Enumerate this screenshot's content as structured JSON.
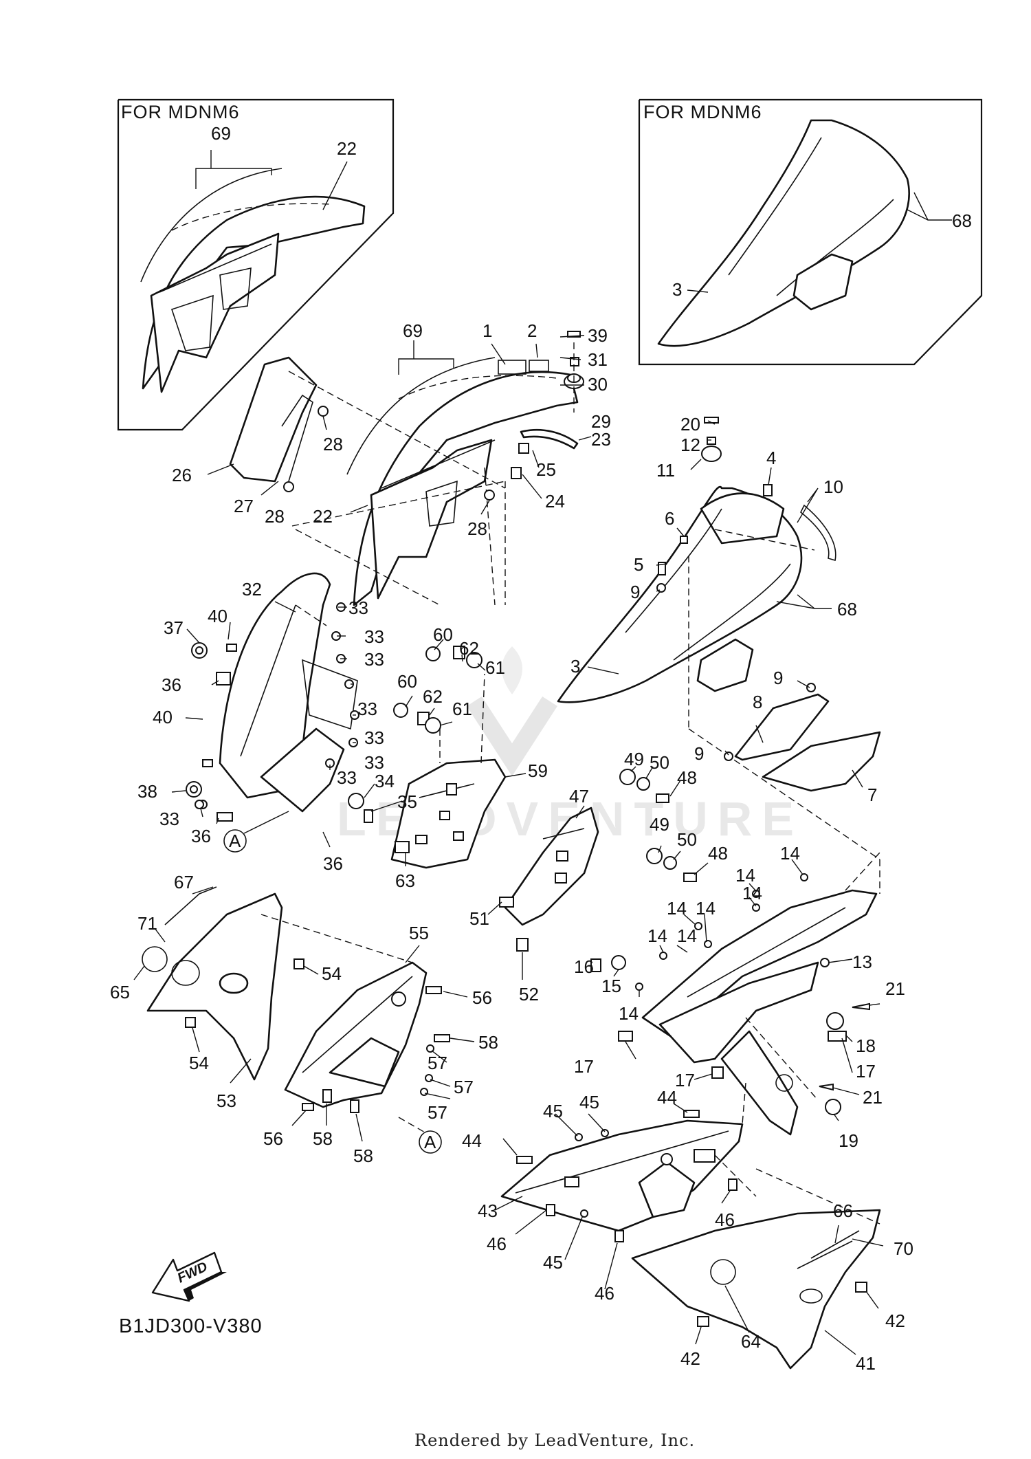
{
  "insets": [
    {
      "title": "FOR MDNM6"
    },
    {
      "title": "FOR MDNM6"
    }
  ],
  "callouts": [
    {
      "id": "c69a",
      "label": "69"
    },
    {
      "id": "c22a",
      "label": "22"
    },
    {
      "id": "c68a",
      "label": "68"
    },
    {
      "id": "c3a",
      "label": "3"
    },
    {
      "id": "c69b",
      "label": "69"
    },
    {
      "id": "c1",
      "label": "1"
    },
    {
      "id": "c2",
      "label": "2"
    },
    {
      "id": "c39",
      "label": "39"
    },
    {
      "id": "c31",
      "label": "31"
    },
    {
      "id": "c30",
      "label": "30"
    },
    {
      "id": "c29",
      "label": "29"
    },
    {
      "id": "c23",
      "label": "23"
    },
    {
      "id": "c25",
      "label": "25"
    },
    {
      "id": "c24",
      "label": "24"
    },
    {
      "id": "c28a",
      "label": "28"
    },
    {
      "id": "c26",
      "label": "26"
    },
    {
      "id": "c27",
      "label": "27"
    },
    {
      "id": "c28b",
      "label": "28"
    },
    {
      "id": "c22b",
      "label": "22"
    },
    {
      "id": "c28c",
      "label": "28"
    },
    {
      "id": "c20",
      "label": "20"
    },
    {
      "id": "c12",
      "label": "12"
    },
    {
      "id": "c11",
      "label": "11"
    },
    {
      "id": "c4",
      "label": "4"
    },
    {
      "id": "c10",
      "label": "10"
    },
    {
      "id": "c6",
      "label": "6"
    },
    {
      "id": "c5",
      "label": "5"
    },
    {
      "id": "c9a",
      "label": "9"
    },
    {
      "id": "c68b",
      "label": "68"
    },
    {
      "id": "c3b",
      "label": "3"
    },
    {
      "id": "c9b",
      "label": "9"
    },
    {
      "id": "c8",
      "label": "8"
    },
    {
      "id": "c9c",
      "label": "9"
    },
    {
      "id": "c7",
      "label": "7"
    },
    {
      "id": "c32",
      "label": "32"
    },
    {
      "id": "c37",
      "label": "37"
    },
    {
      "id": "c40a",
      "label": "40"
    },
    {
      "id": "c33a",
      "label": "33"
    },
    {
      "id": "c33b",
      "label": "33"
    },
    {
      "id": "c33c",
      "label": "33"
    },
    {
      "id": "c33d",
      "label": "33"
    },
    {
      "id": "c33e",
      "label": "33"
    },
    {
      "id": "c33f",
      "label": "33"
    },
    {
      "id": "c33g",
      "label": "33"
    },
    {
      "id": "c33h",
      "label": "33"
    },
    {
      "id": "c36a",
      "label": "36"
    },
    {
      "id": "c40b",
      "label": "40"
    },
    {
      "id": "c38",
      "label": "38"
    },
    {
      "id": "c36b",
      "label": "36"
    },
    {
      "id": "c36c",
      "label": "36"
    },
    {
      "id": "c34",
      "label": "34"
    },
    {
      "id": "c35",
      "label": "35"
    },
    {
      "id": "c60a",
      "label": "60"
    },
    {
      "id": "c62a",
      "label": "62"
    },
    {
      "id": "c61a",
      "label": "61"
    },
    {
      "id": "c60b",
      "label": "60"
    },
    {
      "id": "c62b",
      "label": "62"
    },
    {
      "id": "c61b",
      "label": "61"
    },
    {
      "id": "c59",
      "label": "59"
    },
    {
      "id": "c63",
      "label": "63"
    },
    {
      "id": "c49a",
      "label": "49"
    },
    {
      "id": "c50a",
      "label": "50"
    },
    {
      "id": "c48a",
      "label": "48"
    },
    {
      "id": "c47",
      "label": "47"
    },
    {
      "id": "c49b",
      "label": "49"
    },
    {
      "id": "c50b",
      "label": "50"
    },
    {
      "id": "c48b",
      "label": "48"
    },
    {
      "id": "c14a",
      "label": "14"
    },
    {
      "id": "c14b",
      "label": "14"
    },
    {
      "id": "c14c",
      "label": "14"
    },
    {
      "id": "c14d",
      "label": "14"
    },
    {
      "id": "c14e",
      "label": "14"
    },
    {
      "id": "c14f",
      "label": "14"
    },
    {
      "id": "c14g",
      "label": "14"
    },
    {
      "id": "c14h",
      "label": "14"
    },
    {
      "id": "c13",
      "label": "13"
    },
    {
      "id": "c51",
      "label": "51"
    },
    {
      "id": "c52",
      "label": "52"
    },
    {
      "id": "c16",
      "label": "16"
    },
    {
      "id": "c15",
      "label": "15"
    },
    {
      "id": "c21a",
      "label": "21"
    },
    {
      "id": "c18",
      "label": "18"
    },
    {
      "id": "c17a",
      "label": "17"
    },
    {
      "id": "c17b",
      "label": "17"
    },
    {
      "id": "c17c",
      "label": "17"
    },
    {
      "id": "c21b",
      "label": "21"
    },
    {
      "id": "c19",
      "label": "19"
    },
    {
      "id": "c67",
      "label": "67"
    },
    {
      "id": "c71",
      "label": "71"
    },
    {
      "id": "c65",
      "label": "65"
    },
    {
      "id": "c54a",
      "label": "54"
    },
    {
      "id": "c54b",
      "label": "54"
    },
    {
      "id": "c53",
      "label": "53"
    },
    {
      "id": "c55",
      "label": "55"
    },
    {
      "id": "c56a",
      "label": "56"
    },
    {
      "id": "c58a",
      "label": "58"
    },
    {
      "id": "c57a",
      "label": "57"
    },
    {
      "id": "c57b",
      "label": "57"
    },
    {
      "id": "c57c",
      "label": "57"
    },
    {
      "id": "c56b",
      "label": "56"
    },
    {
      "id": "c58b",
      "label": "58"
    },
    {
      "id": "c58c",
      "label": "58"
    },
    {
      "id": "c44a",
      "label": "44"
    },
    {
      "id": "c45a",
      "label": "45"
    },
    {
      "id": "c45b",
      "label": "45"
    },
    {
      "id": "c44b",
      "label": "44"
    },
    {
      "id": "c43",
      "label": "43"
    },
    {
      "id": "c46a",
      "label": "46"
    },
    {
      "id": "c46b",
      "label": "46"
    },
    {
      "id": "c45c",
      "label": "45"
    },
    {
      "id": "c46c",
      "label": "46"
    },
    {
      "id": "c66",
      "label": "66"
    },
    {
      "id": "c70",
      "label": "70"
    },
    {
      "id": "c42a",
      "label": "42"
    },
    {
      "id": "c42b",
      "label": "42"
    },
    {
      "id": "c64",
      "label": "64"
    },
    {
      "id": "c41",
      "label": "41"
    }
  ],
  "markers": [
    {
      "label": "A"
    },
    {
      "label": "A"
    }
  ],
  "fwd_label": "FWD",
  "reference_code": "B1JD300-V380",
  "footer_text": "Rendered by LeadVenture, Inc.",
  "watermark_text": "LEADVENTURE"
}
